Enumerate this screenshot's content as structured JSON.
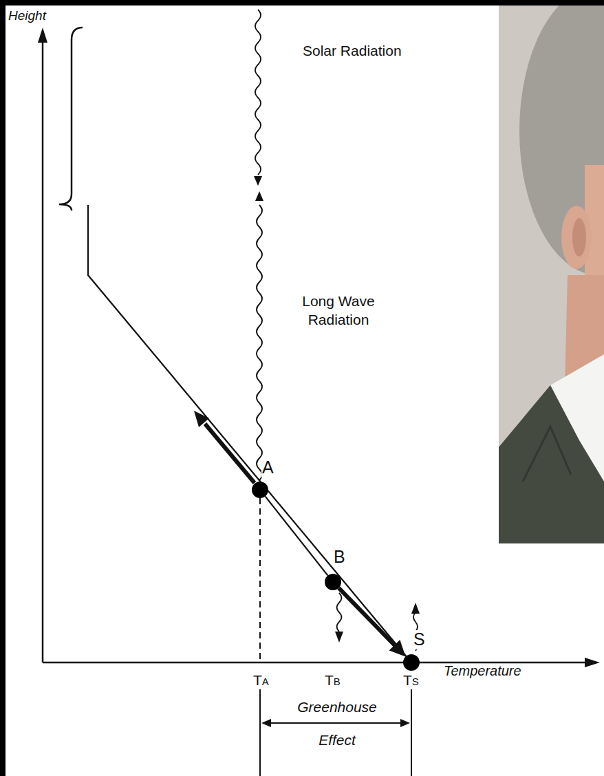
{
  "diagram": {
    "nodes": [
      {
        "text": [
          "A"
        ]
      },
      {
        "text": [
          "B"
        ]
      },
      {
        "text": [
          "S"
        ]
      }
    ],
    "edges": [
      {
        "from": 0,
        "to": 1,
        "arrow": "none"
      },
      {
        "from": 1,
        "to": 2,
        "arrow": "to"
      }
    ],
    "labels": [
      "Height",
      "Solar Radiation",
      "Long Wave Radiation",
      "TA",
      "TB",
      "TS",
      "Temperature",
      "Greenhouse Effect"
    ]
  }
}
